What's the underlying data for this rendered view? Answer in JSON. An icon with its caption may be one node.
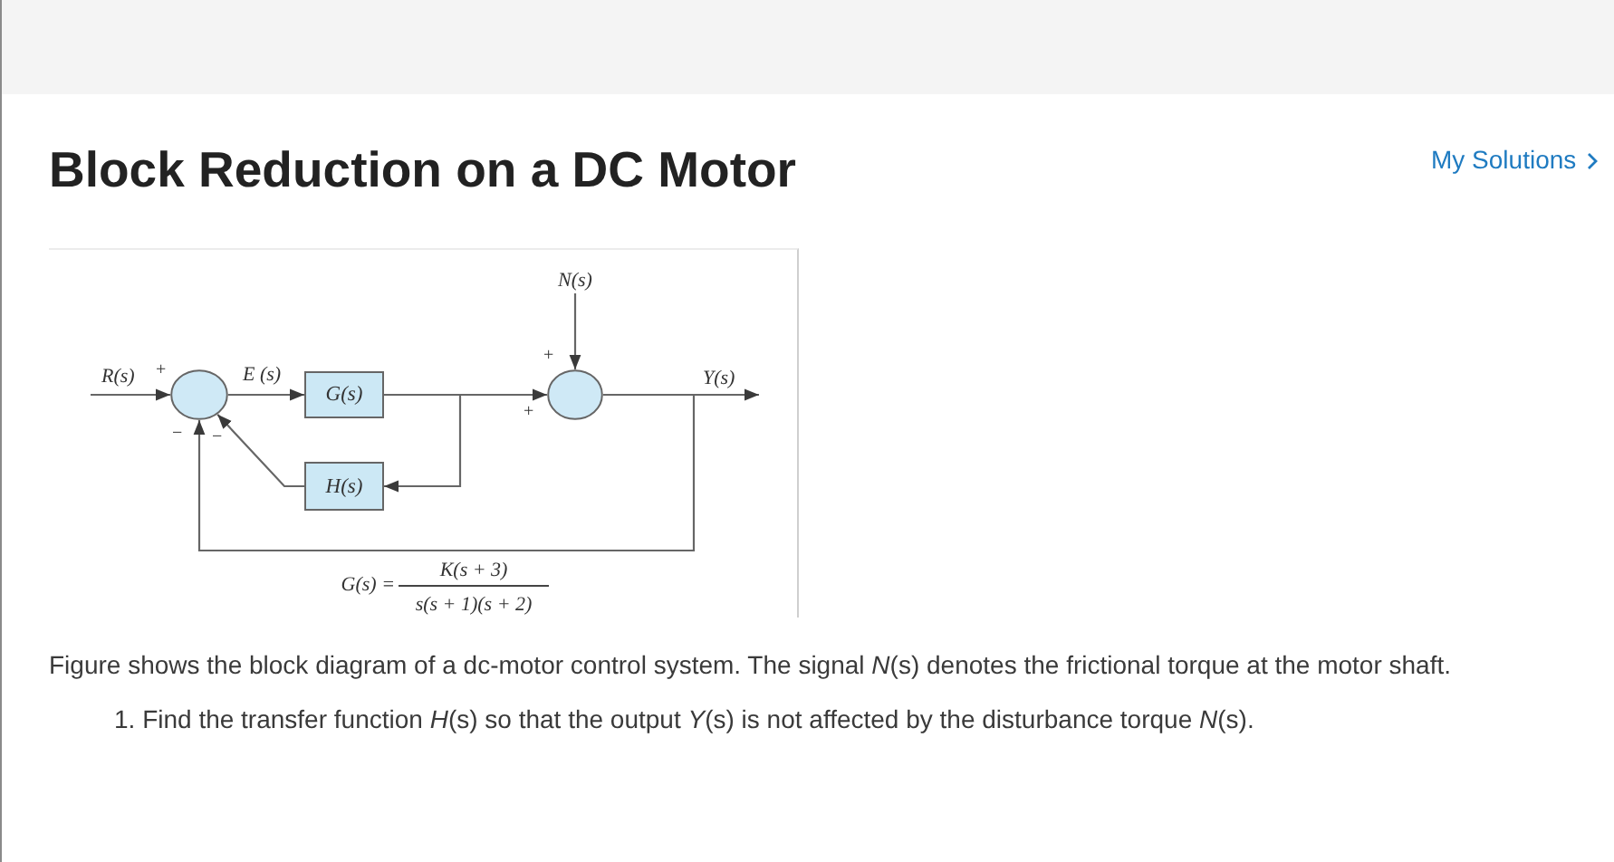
{
  "diagram": {
    "title": "Block Reduction on a DC Motor",
    "nodes": [
      {
        "text": [],
        "shape": "circle",
        "beside": [
          "+",
          "−",
          "−"
        ]
      },
      {
        "text": [
          "G(s)"
        ]
      },
      {
        "text": [],
        "shape": "circle",
        "beside": [
          "+",
          "+"
        ]
      },
      {
        "text": [
          "H(s)"
        ]
      },
      {
        "text": [
          "N(s)"
        ]
      }
    ],
    "edges": [
      {
        "from": null,
        "to": 0,
        "arrow": "to",
        "label": "R(s)"
      },
      {
        "from": 0,
        "to": 1,
        "arrow": "to",
        "label": "E (s)"
      },
      {
        "from": 1,
        "to": 2,
        "arrow": "to"
      },
      {
        "from": 1,
        "to": 3,
        "arrow": "to"
      },
      {
        "from": 3,
        "to": 0,
        "arrow": "to"
      },
      {
        "from": 4,
        "to": 2,
        "arrow": "to"
      },
      {
        "from": 2,
        "to": null,
        "arrow": "to",
        "label": "Y(s)"
      },
      {
        "from": 2,
        "to": 0,
        "arrow": "to"
      }
    ],
    "labels": [
      "My Solutions",
      "G(s) =",
      "K(s + 3)",
      "s(s + 1)(s + 2)",
      "Figure shows the block diagram of a dc-motor control system. The signal *N*(s) denotes the frictional torque at the motor shaft.",
      "1. Find the transfer function *H*(s) so that the output *Y*(s) is not affected by the disturbance torque *N*(s)."
    ]
  }
}
